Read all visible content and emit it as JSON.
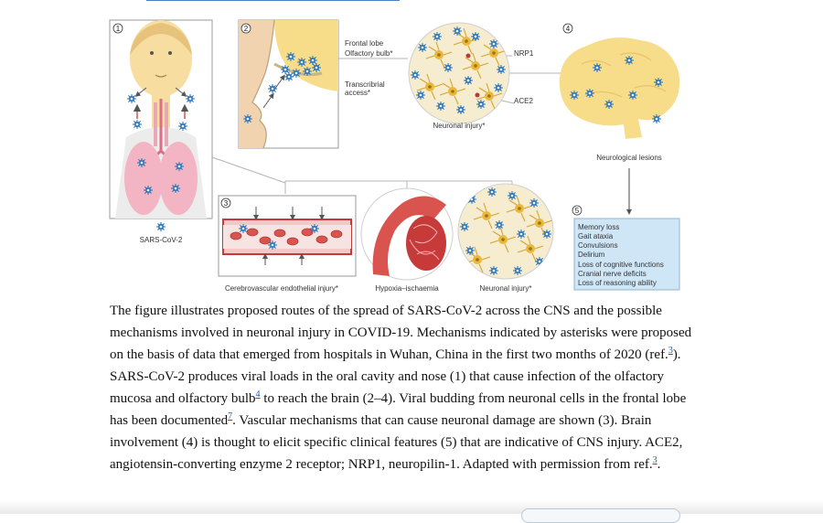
{
  "figure": {
    "panel_numbers": [
      "1",
      "2",
      "3",
      "4",
      "5"
    ],
    "labels": {
      "sars_cov_2": "SARS-CoV-2",
      "frontal_lobe": "Frontal lobe",
      "olfactory_bulb": "Olfactory bulb*",
      "transcribrial_line1": "Transcribrial",
      "transcribrial_line2": "access*",
      "nrp1": "NRP1",
      "ace2": "ACE2",
      "neuronal_injury_top": "Neuronal injury*",
      "neurological_lesions": "Neurological lesions",
      "cerebrovascular": "Cerebrovascular endothelial injury*",
      "hypoxia": "Hypoxia–ischaemia",
      "neuronal_injury_bottom": "Neuronal injury*"
    },
    "clinical_features": [
      "Memory loss",
      "Gait ataxia",
      "Convulsions",
      "Delirium",
      "Loss of cognitive functions",
      "Cranial nerve deficits",
      "Loss of reasoning ability"
    ],
    "colors": {
      "virus": "#3a8fd9",
      "neuron": "#e8b83c",
      "vessel": "#c73a3a",
      "lung": "#f3b4c4",
      "head": "#f7dea0",
      "brain": "#f7dc8a",
      "feature_box": "#cfe6f7"
    }
  },
  "caption": {
    "s1": "The figure illustrates proposed routes of the spread of SARS-CoV-2 across the CNS and the possible mechanisms involved in neuronal injury in COVID-19. Mechanisms indicated by asterisks were proposed on the basis of data that emerged from hospitals in Wuhan, China in the first two months of 2020 (ref.",
    "ref1": "3",
    "s2": "). SARS-CoV-2 produces viral loads in the oral cavity and nose (1) that cause infection of the olfactory mucosa and olfactory bulb",
    "ref2": "4",
    "s3": " to reach the brain (2–4). Viral budding from neuronal cells in the frontal lobe has been documented",
    "ref3": "7",
    "s4": ". Vascular mechanisms that can cause neuronal damage are shown (3). Brain involvement (4) is thought to elicit specific clinical features (5) that are indicative of CNS injury. ACE2, angiotensin-converting enzyme 2 receptor; NRP1, neuropilin-1. Adapted with permission from ref.",
    "ref4": "3",
    "s5": "."
  }
}
